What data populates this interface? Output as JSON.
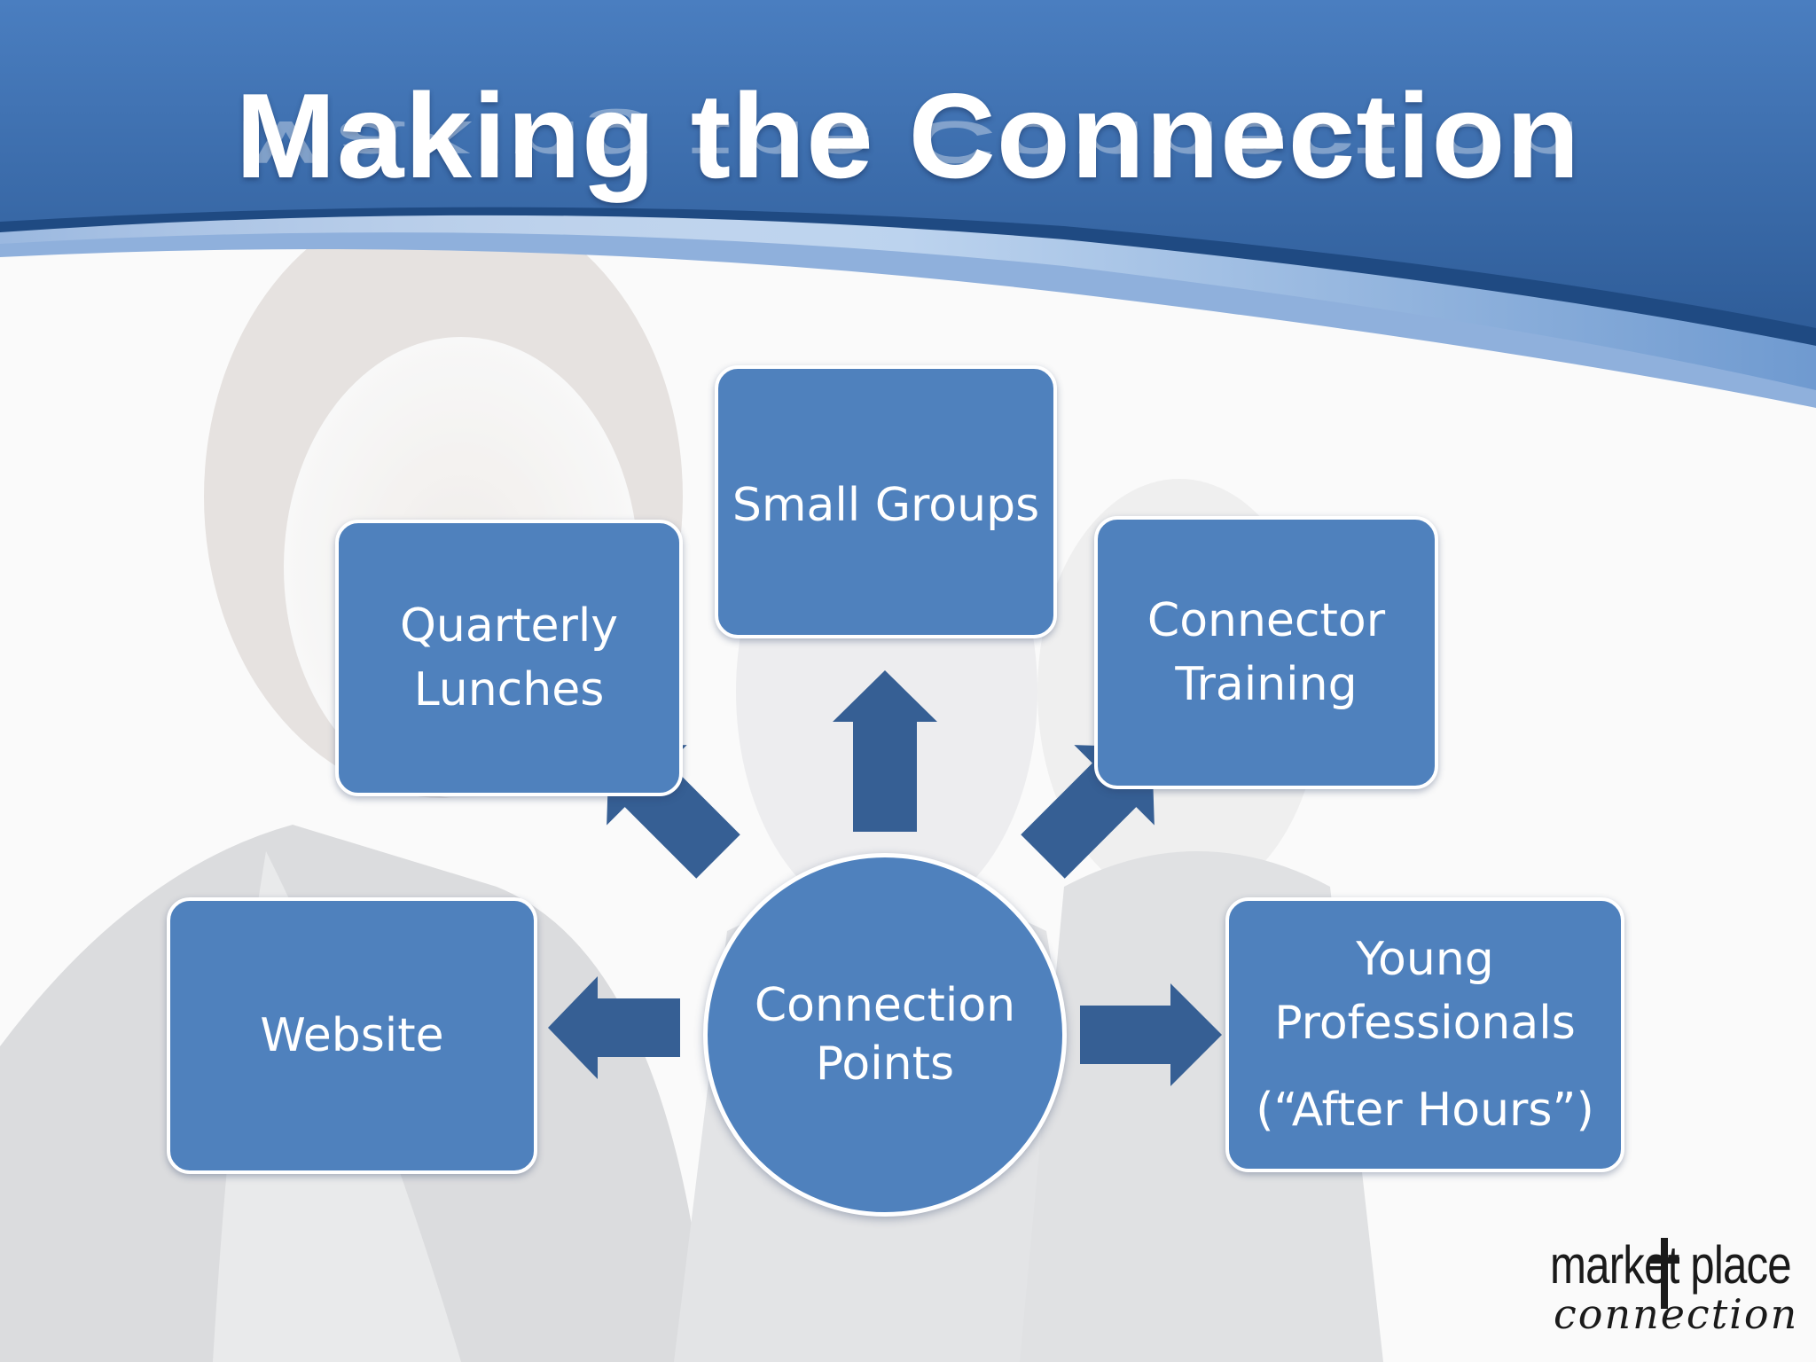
{
  "title": "Making the Connection",
  "diagram": {
    "hub": {
      "line1": "Connection",
      "line2": "Points"
    },
    "nodes": {
      "small_groups": {
        "line1": "Small Groups"
      },
      "quarterly_lunches": {
        "line1": "Quarterly",
        "line2": "Lunches"
      },
      "connector_training": {
        "line1": "Connector",
        "line2": "Training"
      },
      "website": {
        "line1": "Website"
      },
      "young_professionals": {
        "line1": "Young",
        "line2": "Professionals",
        "line3": "(“After Hours”)"
      }
    }
  },
  "logo": {
    "top": "market place",
    "bottom": "connection"
  },
  "colors": {
    "header_blue": "#3f6fae",
    "node_fill": "#4f81bd",
    "arrow_fill": "#365f94"
  }
}
